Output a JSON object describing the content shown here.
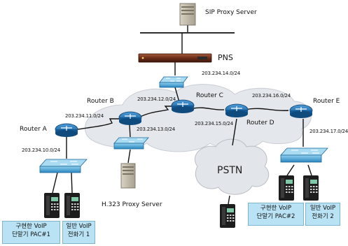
{
  "servers": {
    "sip": "SIP Proxy Server",
    "pns": "PNS",
    "h323": "H.323 Proxy Server"
  },
  "routers": {
    "a": "Router A",
    "b": "Router B",
    "c": "Router C",
    "d": "Router D",
    "e": "Router E"
  },
  "networks": {
    "n14": "203.234.14.0/24",
    "n12": "203.234.12.0/24",
    "n16": "203.234.16.0/24",
    "n11": "203.234.11.0/24",
    "n13": "203.234.13.0/24",
    "n15": "203.234.15.0/24",
    "n17": "203.234.17.0/24",
    "n10": "203.234.10.0/24"
  },
  "pstn": "PSTN",
  "terminals": {
    "pac1_line1": "구현한 VoIP",
    "pac1_line2": "단말기 PAC#1",
    "phone1_line1": "일반 VoIP",
    "phone1_line2": "전화기 1",
    "pac2_line1": "구현한 VoIP",
    "pac2_line2": "단말기 PAC#2",
    "phone2_line1": "일반 VoIP",
    "phone2_line2": "전화기 2"
  },
  "colors": {
    "router": "#1e6fb0",
    "switch": "#2e8fc8",
    "cloud": "#e3e6ea",
    "pns_bar": "#5d2a1a",
    "box_fill": "#b9e3f5"
  }
}
